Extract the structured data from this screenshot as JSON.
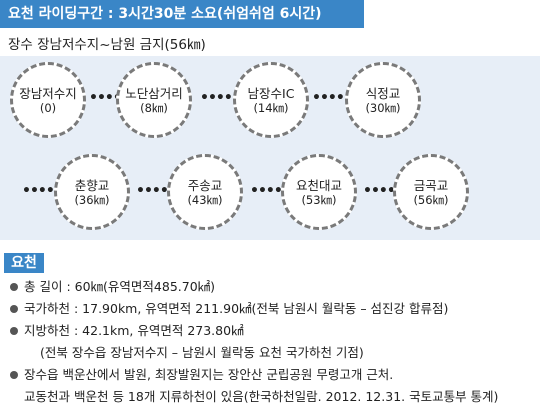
{
  "header": {
    "title": "요천 라이딩구간 : 3시간30분 소요(쉬엄쉬엄 6시간)",
    "route": "장수 장남저수지~남원 금지(56㎞)"
  },
  "stops": [
    {
      "name": "장남저수지",
      "km": "(0)"
    },
    {
      "name": "노단삼거리",
      "km": "(8㎞)"
    },
    {
      "name": "남장수IC",
      "km": "(14㎞)"
    },
    {
      "name": "식정교",
      "km": "(30㎞)"
    },
    {
      "name": "춘향교",
      "km": "(36㎞)"
    },
    {
      "name": "주송교",
      "km": "(43㎞)"
    },
    {
      "name": "요천대교",
      "km": "(53㎞)"
    },
    {
      "name": "금곡교",
      "km": "(56㎞)"
    }
  ],
  "connector": "••••",
  "section": {
    "label": "요천",
    "items": [
      "총 길이 : 60㎞(유역면적485.70㎢)",
      "국가하천 : 17.90km, 유역면적 211.90㎢(전북 남원시 월락동 – 섬진강 합류점)",
      "지방하천 : 42.1km, 유역면적 273.80㎢",
      "(전북 장수읍 장남저수지 – 남원시 월락동 요천 국가하천 기점)",
      "장수읍 백운산에서 발원, 최장발원지는 장안산 군립공원 무령고개 근처.",
      "교동천과 백운천 등 18개 지류하천이 있음(한국하천일람. 2012. 12.31. 국토교통부 통계)"
    ]
  }
}
